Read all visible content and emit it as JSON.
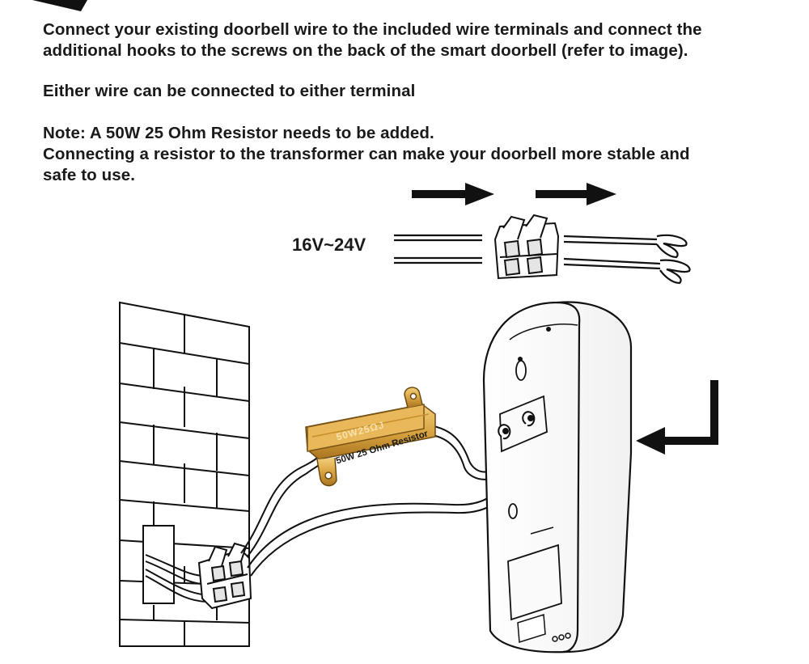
{
  "instructions": {
    "line1": "Connect your existing doorbell wire to the included wire terminals and connect the",
    "line2": "additional hooks to the screws on the  back  of the smart doorbell (refer to image).",
    "line3": "Either wire can be connected to either terminal",
    "line4": "Note: A 50W 25 Ohm Resistor needs to be added.",
    "line5": "Connecting a resistor to the transformer can make your doorbell more stable and",
    "line6": "safe to use."
  },
  "diagram": {
    "voltage_label": "16V~24V",
    "resistor_label": "50W 25 Ohm Resistor",
    "resistor_marking": "50W25ΩJ",
    "colors": {
      "resistor_gold": "#d9a441",
      "line": "#1a1a1a",
      "doorbell_body": "#ffffff"
    }
  }
}
